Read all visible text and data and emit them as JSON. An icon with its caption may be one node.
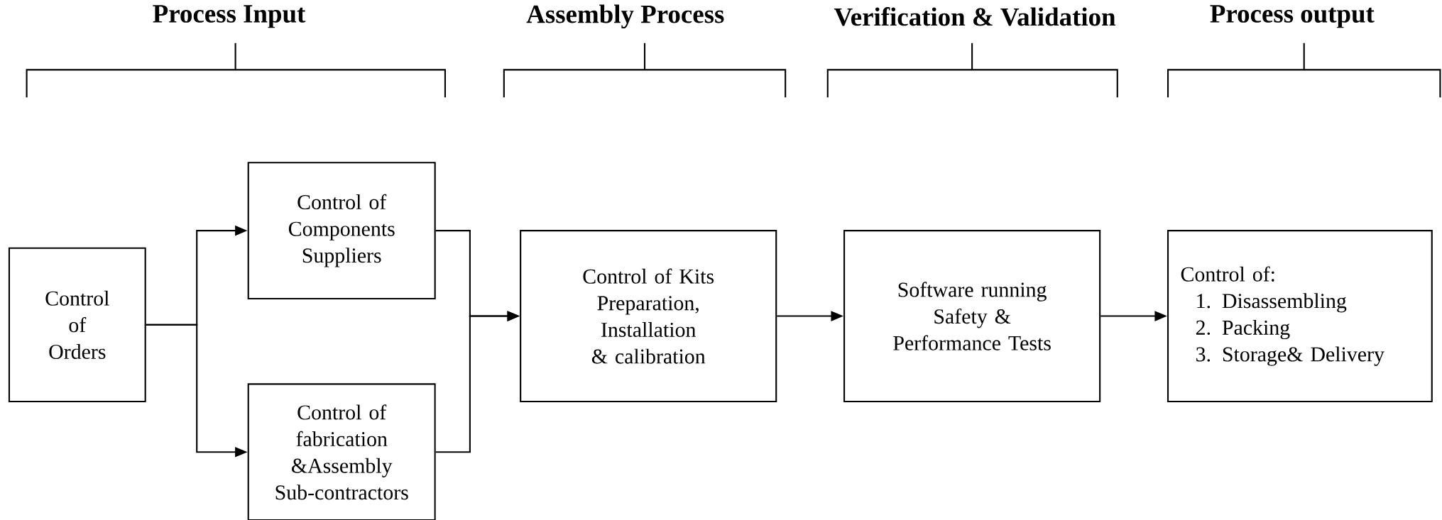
{
  "diagram": {
    "nodes": [
      {
        "text": [
          "Control of Orders"
        ]
      },
      {
        "text": [
          "Control of Components Suppliers"
        ]
      },
      {
        "text": [
          "Control of fabrication &Assembly Sub-contractors"
        ]
      },
      {
        "text": [
          "Control of Kits Preparation, Installation & calibration"
        ]
      },
      {
        "text": [
          "Software running Safety & Performance Tests"
        ]
      },
      {
        "text": [
          "Control of:",
          "1. Disassembling",
          "2. Packing",
          "3. Storage& Delivery"
        ]
      }
    ],
    "edges": [
      {
        "from": 0,
        "to": 1,
        "arrow": "to"
      },
      {
        "from": 0,
        "to": 2,
        "arrow": "to"
      },
      {
        "from": 1,
        "to": 3,
        "arrow": "to"
      },
      {
        "from": 2,
        "to": 3,
        "arrow": "to"
      },
      {
        "from": 3,
        "to": 4,
        "arrow": "to"
      },
      {
        "from": 4,
        "to": 5,
        "arrow": "to"
      }
    ],
    "labels": [
      "Process Input",
      "Assembly Process",
      "Verification & Validation",
      "Process output"
    ]
  }
}
